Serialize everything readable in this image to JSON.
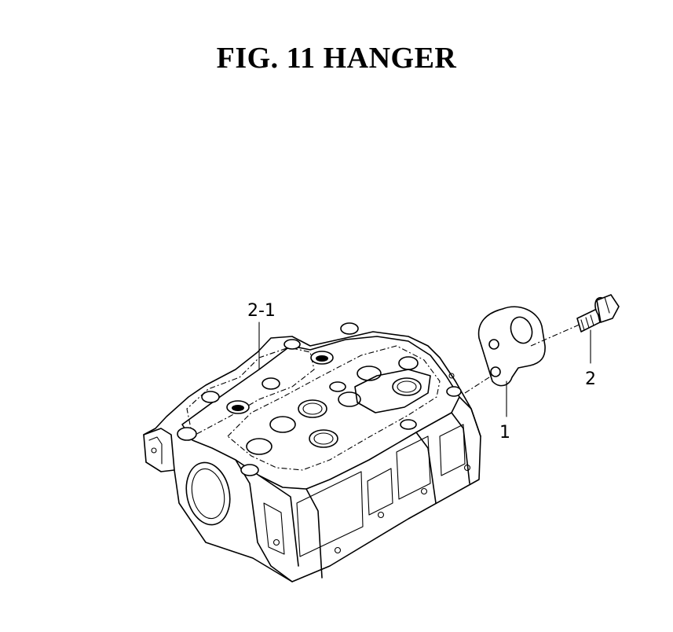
{
  "figure": {
    "title": "FIG. 11  HANGER"
  },
  "callouts": {
    "hanger": "1",
    "bolt": "2",
    "cylinder_head": "2-1"
  }
}
